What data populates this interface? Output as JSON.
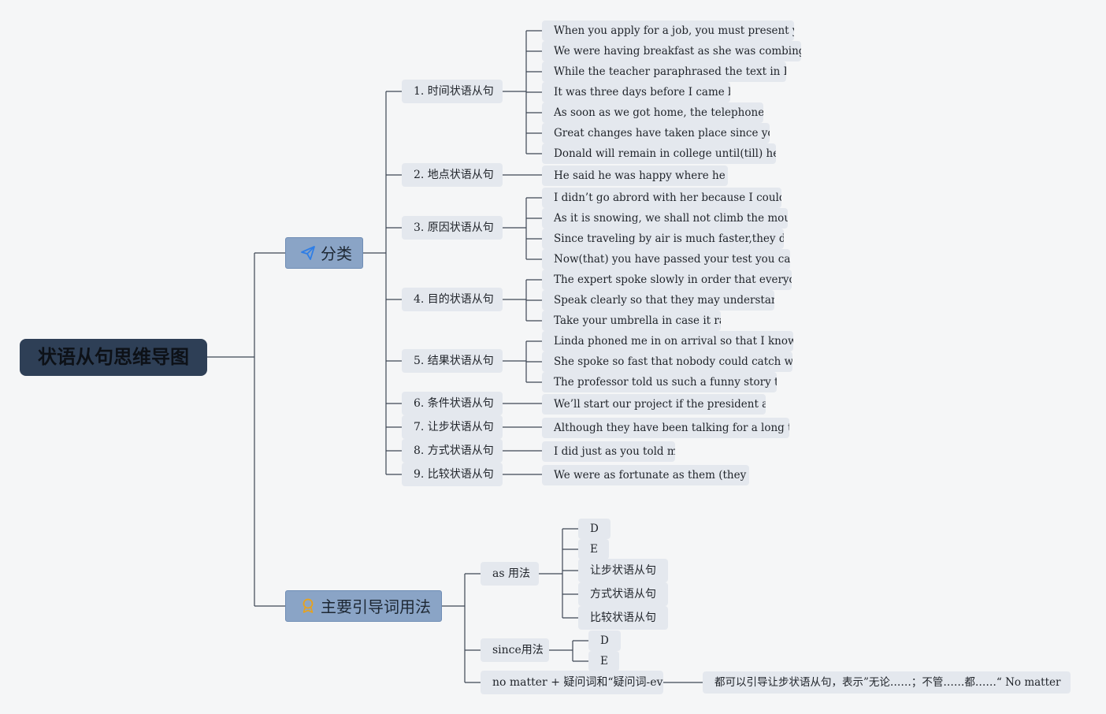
{
  "root": {
    "title": "状语从句思维导图"
  },
  "branches": [
    {
      "label": "分类",
      "icon": "paper-plane-icon",
      "children": [
        {
          "label": "1. 时间状语从句",
          "examples": [
            "When you apply for a job, you must present your cr",
            "We were having breakfast as she was combing her ha",
            "While the teacher paraphrased the text in English,",
            "It was three days before I came back.",
            "As soon as we got home, the telephone rang.",
            "Great changes have taken place since you left.",
            "Donald will remain in college until(till) he finis"
          ]
        },
        {
          "label": "2. 地点状语从句",
          "examples": [
            "He said he was happy where he was."
          ]
        },
        {
          "label": "3. 原因状语从句",
          "examples": [
            "I didn’t go abrord with her because I couldn’t aff",
            "As it is snowing, we shall not climb the mountain.",
            "Since traveling by air is much faster,they decided",
            "Now(that) you have passed your test you can drive"
          ]
        },
        {
          "label": "4. 目的状语从句",
          "examples": [
            "The expert spoke slowly in order that everyone sho",
            "Speak clearly so that they may understand you.",
            "Take your umbrella in case it rains."
          ]
        },
        {
          "label": "5. 结果状语从句",
          "examples": [
            "Linda phoned me in on arrival so that I know she w",
            "She spoke so fast that nobody could catch what she",
            "The professor told us such a funny story that all"
          ]
        },
        {
          "label": "6. 条件状语从句",
          "examples": [
            "We’ll start our project if the president agrees."
          ]
        },
        {
          "label": "7. 让步状语从句",
          "examples": [
            "Although they have been talking for a long time, h"
          ]
        },
        {
          "label": "8. 方式状语从句",
          "examples": [
            "I did just as you told me."
          ]
        },
        {
          "label": "9. 比较状语从句",
          "examples": [
            "We were as fortunate as them (they were)"
          ]
        }
      ]
    },
    {
      "label": "主要引导词用法",
      "icon": "award-ribbon-icon",
      "children": [
        {
          "label": "as 用法",
          "examples": [
            "D",
            "E",
            "让步状语从句",
            "方式状语从句",
            "比较状语从句"
          ]
        },
        {
          "label": "since用法",
          "examples": [
            "D",
            "E"
          ]
        },
        {
          "label": "no matter + 疑问词和“疑问词-ever",
          "examples": [
            "都可以引导让步状语从句，表示”无论……；不管……都……“ No matter"
          ]
        }
      ]
    }
  ],
  "colors": {
    "background": "#f5f6f7",
    "root_fill": "#2e3f56",
    "branch_fill": "#8aa4c6",
    "node_fill": "#e4e8ee",
    "connector": "#3d4654"
  }
}
